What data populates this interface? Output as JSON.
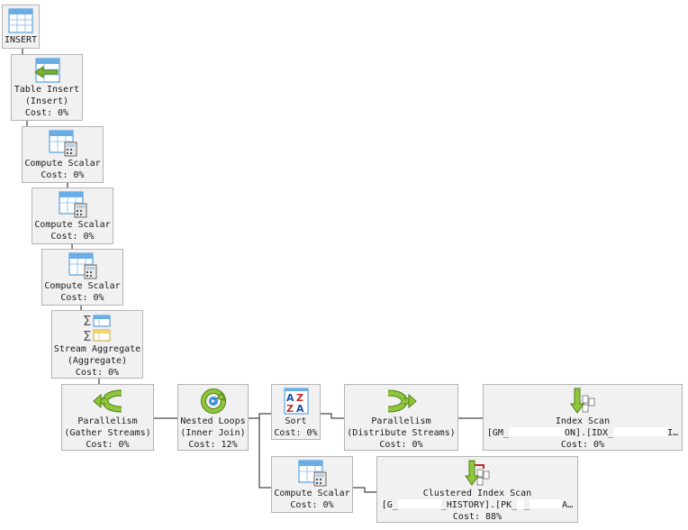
{
  "nodes": {
    "insert": {
      "line1": "INSERT",
      "icon": "table-icon"
    },
    "table_insert": {
      "line1": "Table Insert",
      "line2": "(Insert)",
      "cost": "Cost: 0%",
      "icon": "table-insert-icon"
    },
    "compute_scalar_1": {
      "line1": "Compute Scalar",
      "cost": "Cost: 0%",
      "icon": "compute-scalar-icon"
    },
    "compute_scalar_2": {
      "line1": "Compute Scalar",
      "cost": "Cost: 0%",
      "icon": "compute-scalar-icon"
    },
    "compute_scalar_3": {
      "line1": "Compute Scalar",
      "cost": "Cost: 0%",
      "icon": "compute-scalar-icon"
    },
    "stream_aggregate": {
      "line1": "Stream Aggregate",
      "line2": "(Aggregate)",
      "cost": "Cost: 0%",
      "icon": "stream-aggregate-icon"
    },
    "parallelism_gather": {
      "line1": "Parallelism",
      "line2": "(Gather Streams)",
      "cost": "Cost: 0%",
      "icon": "gather-streams-icon"
    },
    "nested_loops": {
      "line1": "Nested Loops",
      "line2": "(Inner Join)",
      "cost": "Cost: 12%",
      "icon": "nested-loops-icon"
    },
    "sort": {
      "line1": "Sort",
      "cost": "Cost: 0%",
      "icon": "sort-az-icon"
    },
    "parallelism_distribute": {
      "line1": "Parallelism",
      "line2": "(Distribute Streams)",
      "cost": "Cost: 0%",
      "icon": "distribute-streams-icon"
    },
    "index_scan": {
      "line1": "Index Scan",
      "line2a": "[GM_",
      "line2b": "ON].[IDX_",
      "line2c": "I…",
      "cost": "Cost: 0%",
      "icon": "index-scan-icon"
    },
    "compute_scalar_4": {
      "line1": "Compute Scalar",
      "cost": "Cost: 0%",
      "icon": "compute-scalar-icon"
    },
    "clustered_index_scan": {
      "line1": "Clustered Index Scan",
      "line2a": "[G_",
      "line2b": "_HISTORY].[PK_",
      "line2c": "_",
      "line2d": "A…",
      "cost": "Cost: 88%",
      "icon": "clustered-index-scan-icon"
    }
  },
  "colors": {
    "node_bg": "#f1f1f1",
    "node_border": "#b4b4b4",
    "link": "#1a1a1a",
    "icon_green": "#7db52b",
    "icon_blue": "#3a8fd6"
  }
}
